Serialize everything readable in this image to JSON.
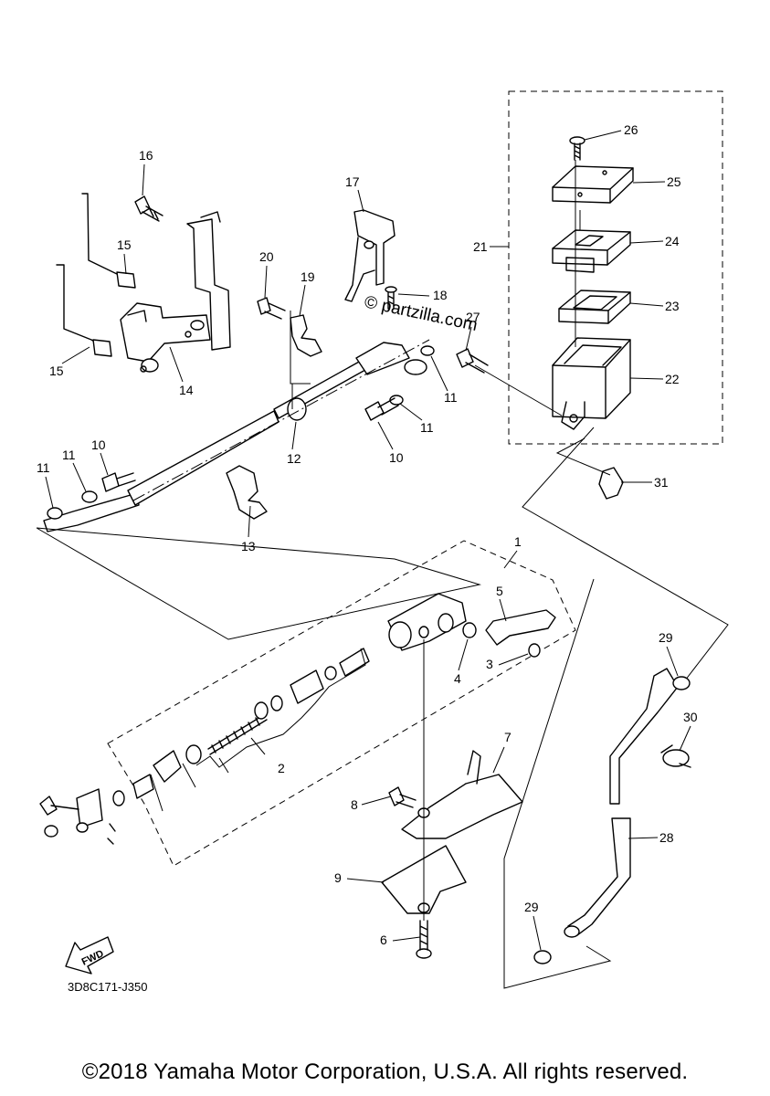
{
  "callouts": [
    {
      "num": "1"
    },
    {
      "num": "2"
    },
    {
      "num": "3"
    },
    {
      "num": "4"
    },
    {
      "num": "5"
    },
    {
      "num": "6"
    },
    {
      "num": "7"
    },
    {
      "num": "8"
    },
    {
      "num": "9"
    },
    {
      "num": "10"
    },
    {
      "num": "10"
    },
    {
      "num": "11"
    },
    {
      "num": "11"
    },
    {
      "num": "11"
    },
    {
      "num": "11"
    },
    {
      "num": "12"
    },
    {
      "num": "13"
    },
    {
      "num": "14"
    },
    {
      "num": "15"
    },
    {
      "num": "15"
    },
    {
      "num": "16"
    },
    {
      "num": "17"
    },
    {
      "num": "18"
    },
    {
      "num": "19"
    },
    {
      "num": "20"
    },
    {
      "num": "21"
    },
    {
      "num": "22"
    },
    {
      "num": "23"
    },
    {
      "num": "24"
    },
    {
      "num": "25"
    },
    {
      "num": "26"
    },
    {
      "num": "27"
    },
    {
      "num": "28"
    },
    {
      "num": "29"
    },
    {
      "num": "29"
    },
    {
      "num": "30"
    },
    {
      "num": "31"
    }
  ],
  "watermark": "© partzilla.com",
  "fwd_label": "FWD",
  "catalog_code": "3D8C171-J350",
  "footer": "©2018 Yamaha Motor Corporation, U.S.A. All rights reserved."
}
